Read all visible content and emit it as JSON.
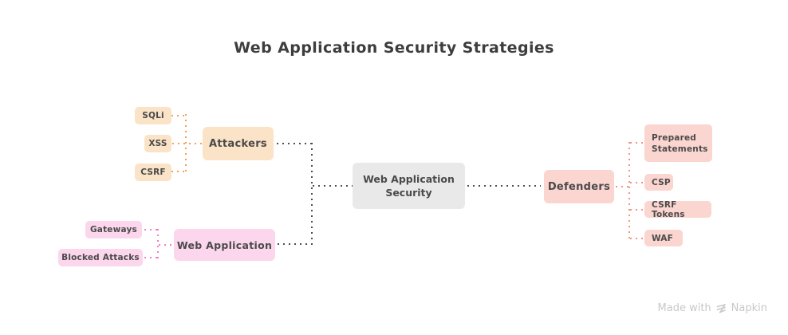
{
  "title": "Web Application Security Strategies",
  "colors": {
    "attack_fill": "#fbe3c8",
    "attack_line": "#f0a155",
    "webapp_fill": "#fbd6ec",
    "webapp_line": "#f080c2",
    "defense_fill": "#fbd5d0",
    "defense_line": "#f2918a",
    "center_fill": "#e9e9e9",
    "flow_line": "#4d4d4d",
    "text": "#4a4a4a"
  },
  "nodes": {
    "sqli": {
      "label": "SQLi"
    },
    "xss": {
      "label": "XSS"
    },
    "csrf": {
      "label": "CSRF"
    },
    "attackers": {
      "label": "Attackers"
    },
    "gateways": {
      "label": "Gateways"
    },
    "blocked_attacks": {
      "label": "Blocked Attacks"
    },
    "web_application": {
      "label": "Web Application"
    },
    "center": {
      "label": "Web Application Security"
    },
    "defenders": {
      "label": "Defenders"
    },
    "prepared_statements": {
      "label": "Prepared Statements"
    },
    "csp": {
      "label": "CSP"
    },
    "csrf_tokens": {
      "label": "CSRF Tokens"
    },
    "waf": {
      "label": "WAF"
    }
  },
  "footer": {
    "made_with": "Made with",
    "brand": "Napkin"
  }
}
